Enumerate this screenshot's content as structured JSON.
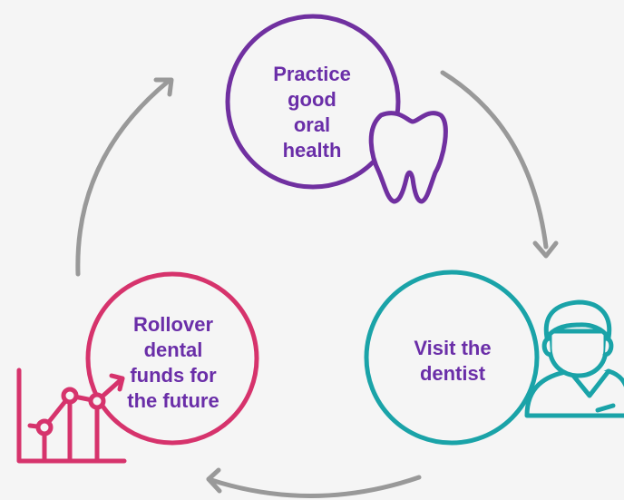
{
  "cycle": {
    "steps": [
      {
        "label_lines": [
          "Practice",
          "good",
          "oral",
          "health"
        ],
        "icon": "tooth-icon",
        "color": "#7030a0"
      },
      {
        "label_lines": [
          "Visit the",
          "dentist"
        ],
        "icon": "dentist-person-icon",
        "color": "#1aa3a8"
      },
      {
        "label_lines": [
          "Rollover",
          "dental",
          "funds for",
          "the future"
        ],
        "icon": "growth-chart-icon",
        "color": "#d6336c"
      }
    ],
    "arrow_color": "#999999",
    "text_color": "#6a2ea8"
  }
}
